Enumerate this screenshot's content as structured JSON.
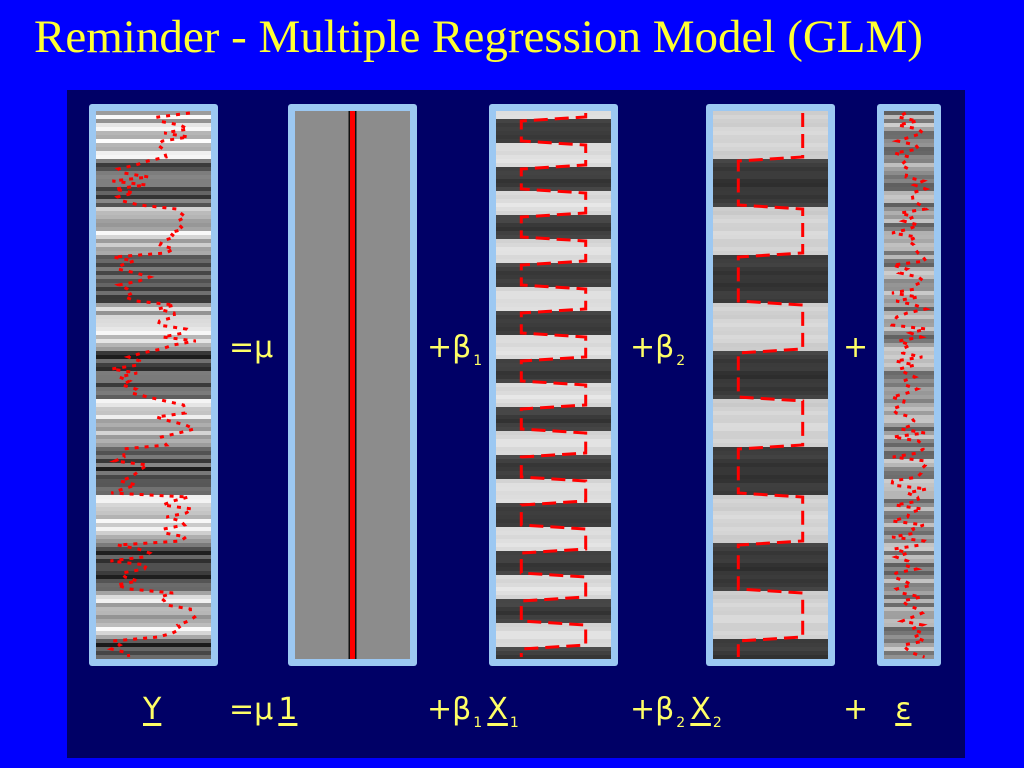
{
  "slide": {
    "title": "Reminder - Multiple Regression Model (GLM)"
  },
  "equation_row": {
    "eq_mu": "=μ",
    "plus_beta1": "+β",
    "sub1": "1",
    "plus_beta2": "+β",
    "sub2": "2",
    "plus_error": "+"
  },
  "symbol_row": {
    "Y": "Y",
    "eq_mu": "=μ",
    "one": "1",
    "plus_beta1": "+β",
    "sub_beta1": "1",
    "X1": "X",
    "sub_X1": "1",
    "plus_beta2": "+β",
    "sub_beta2": "2",
    "X2": "X",
    "sub_X2": "2",
    "plus_error": "+",
    "epsilon": "ε"
  },
  "colors": {
    "background": "#0000ff",
    "panel": "#000066",
    "title": "#ffff33",
    "symbols": "#ffff66",
    "frame": "#9cc8f2",
    "trace": "#ff0000"
  }
}
